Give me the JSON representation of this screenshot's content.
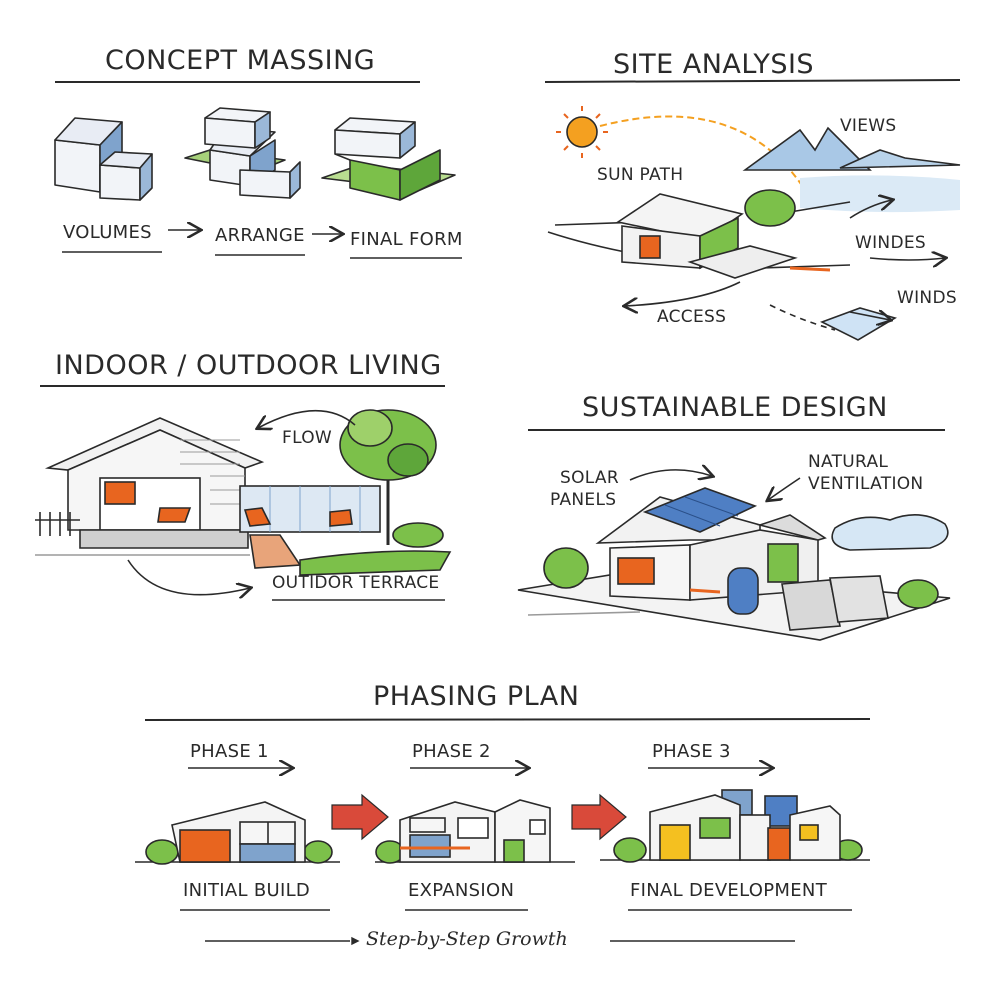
{
  "concept": {
    "title": "CONCEPT MASSING",
    "steps": [
      "VOLUMES",
      "ARRANGE",
      "FINAL FORM"
    ]
  },
  "site": {
    "title": "SITE ANALYSIS",
    "labels": {
      "sun_path": "SUN PATH",
      "views": "VIEWS",
      "winds_a": "WINDES",
      "winds_b": "WINDS",
      "access": "ACCESS"
    }
  },
  "indoor": {
    "title": "INDOOR / OUTDOOR LIVING",
    "labels": {
      "flow": "FLOW",
      "terrace": "OUTIDOR TERRACE"
    }
  },
  "sustain": {
    "title": "SUSTAINABLE DESIGN",
    "labels": {
      "solar_1": "SOLAR",
      "solar_2": "PANELS",
      "vent_1": "NATURAL",
      "vent_2": "VENTILATION"
    }
  },
  "phasing": {
    "title": "PHASING PLAN",
    "phases": [
      {
        "label": "PHASE 1",
        "caption": "INITIAL BUILD"
      },
      {
        "label": "PHASE 2",
        "caption": "EXPANSION"
      },
      {
        "label": "PHASE 3",
        "caption": "FINAL DEVELOPMENT"
      }
    ],
    "footer": "Step-by-Step Growth"
  },
  "colors": {
    "ink": "#2a2a2a",
    "blue": "#7fa3cc",
    "green": "#7cc04a",
    "orange": "#e8651f",
    "red_arrow": "#d94a3a",
    "sun": "#f4a020"
  }
}
